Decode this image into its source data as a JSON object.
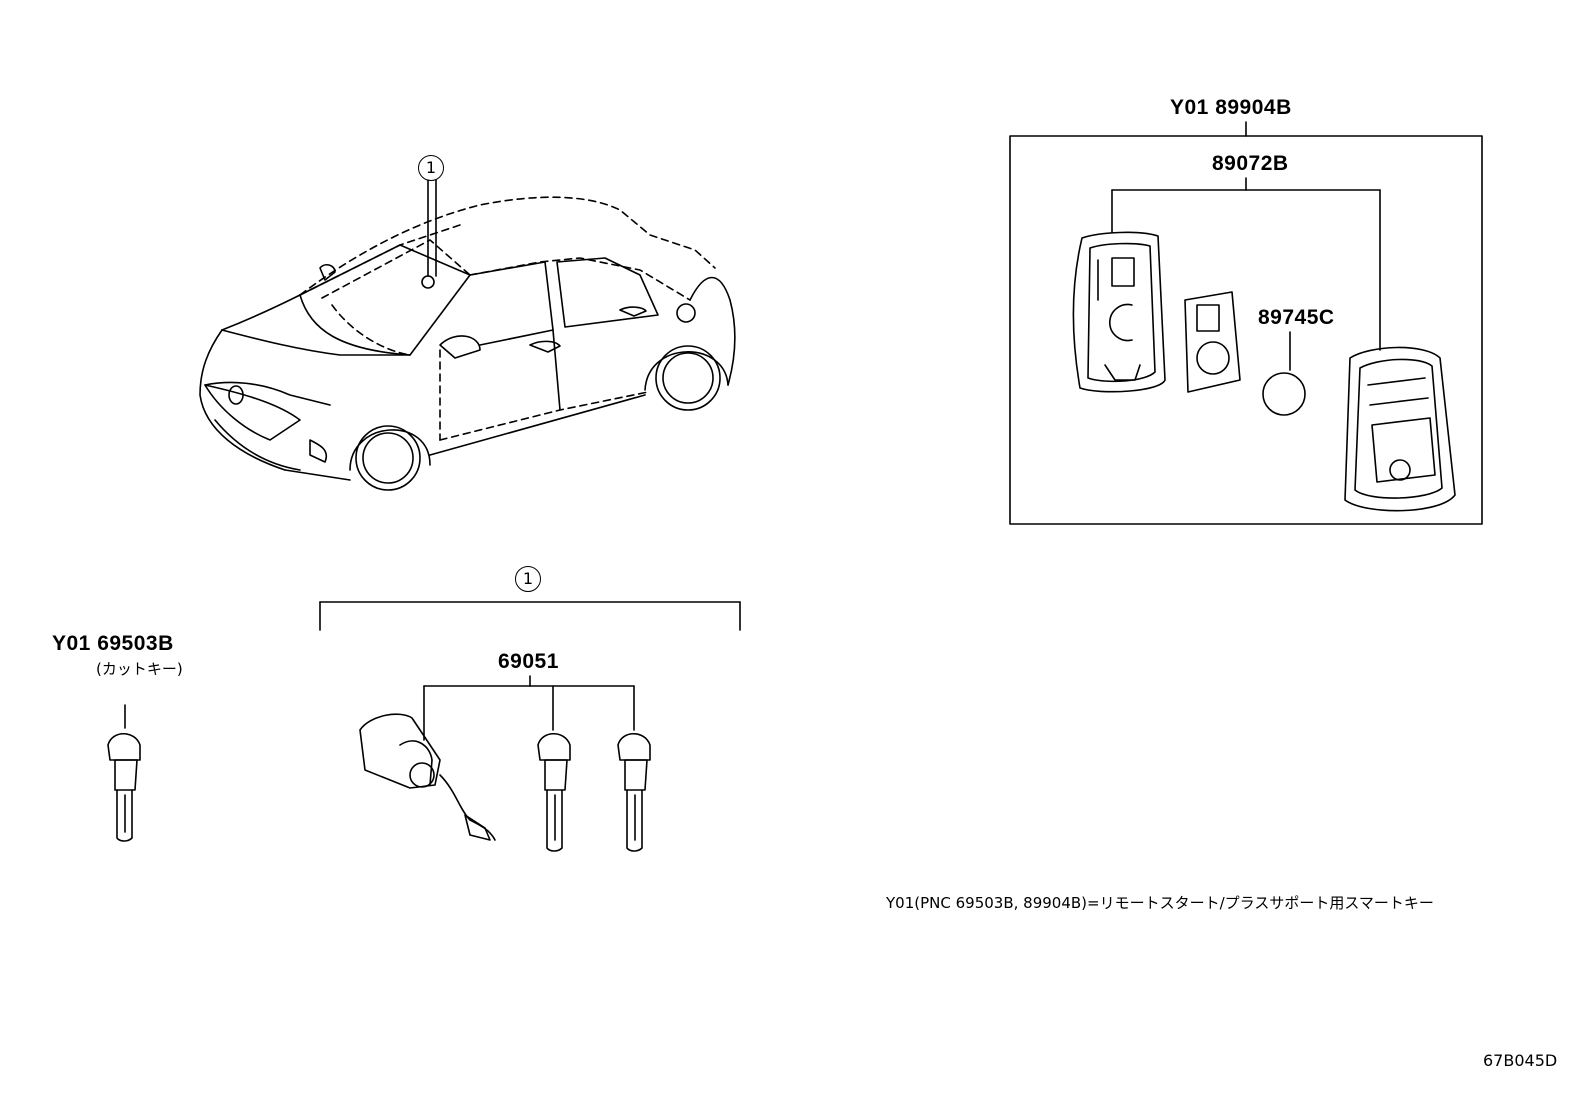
{
  "callouts": {
    "car_ref": "1",
    "cylinder_set_ref": "1"
  },
  "labels": {
    "smart_key_set": "Y01  89904B",
    "key_case": "89072B",
    "battery": "89745C",
    "cut_key": "Y01  69503B",
    "cut_key_note": "(カットキー)",
    "cylinder_set": "69051"
  },
  "footnote": "Y01(PNC 69503B, 89904B)=リモートスタート/プラスサポート用スマートキー",
  "diagram_code": "67B045D"
}
